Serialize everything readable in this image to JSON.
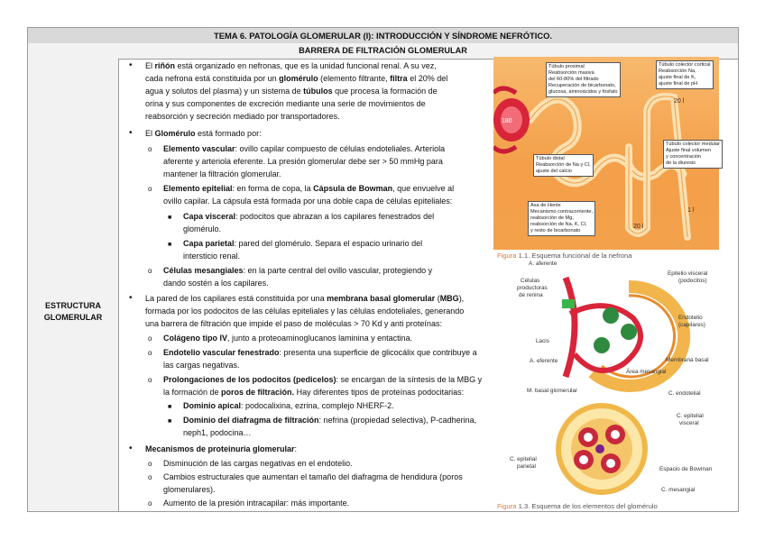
{
  "header": {
    "title": "TEMA 6. PATOLOGÍA GLOMERULAR (I): INTRODUCCIÓN Y SÍNDROME NEFRÓTICO.",
    "subtitle": "BARRERA DE FILTRACIÓN GLOMERULAR"
  },
  "section_label": [
    "ESTRUCTURA",
    "GLOMERULAR"
  ],
  "bullets": {
    "b1_l1": [
      "El ",
      "riñón",
      " está organizado en nefronas, que es la unidad funcional renal. A su vez,"
    ],
    "b1_l2": [
      "cada nefrona está constituida por un ",
      "glomérulo",
      " (elemento filtrante, ",
      "filtra",
      " el 20% del"
    ],
    "b1_l3": "agua y solutos del plasma) y un sistema de ",
    "b1_l3b": "túbulos",
    "b1_l3c": " que procesa la formación de",
    "b1_l4": "orina y sus componentes de excreción mediante una serie de movimientos de",
    "b1_l5": "reabsorción y secreción mediado por transportadores.",
    "b2_a": "El ",
    "b2_b": "Glomérulo",
    "b2_c": " está formado por:",
    "s1_a": "Elemento vascular",
    "s1_b": ": ovillo capilar compuesto de células endoteliales. Arteriola",
    "s1_l2": "aferente y arteriola eferente. La presión glomerular debe ser > 50 mmHg para",
    "s1_l3": "mantener la filtración glomerular.",
    "s2_a": "Elemento epitelial",
    "s2_b": ": en forma de copa, la ",
    "s2_c": "Cápsula de Bowman",
    "s2_d": ", que envuelve al",
    "s2_l2": "ovillo capilar. La cápsula está formada por una doble capa de células epiteliales:",
    "t1_a": "Capa visceral",
    "t1_b": ": podocitos que abrazan a los capilares fenestrados del",
    "t1_l2": "glomérulo.",
    "t2_a": "Capa parietal",
    "t2_b": ": pared del glomérulo. Separa el espacio urinario del",
    "t2_l2": "intersticio renal.",
    "s3_a": "Células mesangiales",
    "s3_b": ": en la parte central del ovillo vascular, protegiendo y",
    "s3_l2": "dando sostén a los capilares.",
    "b3_a": "La pared de los capilares está constituida por una ",
    "b3_b": "membrana basal glomerular",
    "b3_c": " (",
    "b3_d": "MBG",
    "b3_e": "),",
    "b3_l2": "formada por los podocitos de las células epiteliales y las células endoteliales, generando",
    "b3_l3": "una barrera de filtración que impide el paso de moléculas > 70 Kd y anti proteínas:",
    "c1_a": "Colágeno tipo IV",
    "c1_b": ", junto a proteoaminoglucanos laminina y entactina.",
    "c2_a": "Endotelio vascular fenestrado",
    "c2_b": ": presenta una superficie de glicocálix que contribuye a",
    "c2_l2": "las cargas negativas.",
    "c3_a": "Prolongaciones de los podocitos (pedicelos)",
    "c3_b": ": se encargan de la síntesis de la MBG y",
    "c3_l2a": "la formación de ",
    "c3_l2b": "poros de filtración.",
    "c3_l2c": " Hay diferentes tipos de proteínas podocitarias:",
    "d1_a": "Dominio apical",
    "d1_b": ": podocalixina, ezrina, complejo NHERF-2.",
    "d2_a": "Dominio del diafragma de filtración",
    "d2_b": ": nefrina (propiedad selectiva), P-cadherina,",
    "d2_l2": "neph1, podocina…",
    "b4": "Mecanismos de proteinuria glomerular",
    "b4_tail": ":",
    "m1": "Disminución de las cargas negativas en el endotelio.",
    "m2": "Cambios estructurales que aumentan el tamaño del diafragma de hendidura (poros",
    "m2_l2": "glomerulares).",
    "m3": "Aumento de la presión intracapilar: más importante."
  },
  "figure1": {
    "caption_prefix": "Figura",
    "caption": " 1.1. Esquema funcional de la nefrona",
    "boxes": [
      [
        "Túbulo proximal",
        "Reabsorción masiva",
        "del 60-80% del filtrado",
        "Recuperación de bicarbonato,",
        "glucosa, aminoácidos y fosfato"
      ],
      [
        "Túbulo colector cortical",
        "Reabsorción Na,",
        "ajuste final de K,",
        "ajuste final de pH"
      ],
      [
        "Túbulo colector medular",
        "Ajuste final volumen",
        "y concentración",
        "de la diuresis"
      ],
      [
        "Túbulo distal",
        "Reabsorción de Na y Cl,",
        "ajuste del calcio"
      ],
      [
        "Asa de Henle",
        "Mecanismo contracorriente,",
        "reabsorción de Mg,",
        "reabsorción de Na, K, Cl,",
        "y resto de bicarbonato"
      ]
    ],
    "numbers": [
      "180",
      "20 l",
      "20 l",
      "1 l"
    ]
  },
  "figure2": {
    "labels": [
      "A. aferente",
      "Células",
      "productoras",
      "de renina",
      "Lacis",
      "A. eferente",
      "Epitelio visceral",
      "(podocitos)",
      "Endotelio",
      "(capilares)",
      "Membrana basal",
      "Área mesangial"
    ]
  },
  "figure3": {
    "caption_prefix": "Figura",
    "caption": " 1.3. Esquema de los elementos del glomérulo",
    "labels": [
      "M. basal glomerular",
      "C. endotelial",
      "C. epitelial",
      "visceral",
      "C. epitelial",
      "parietal",
      "Espacio de Bowman",
      "C. mesangial"
    ]
  },
  "colors": {
    "header_bg": "#d9d9d9",
    "subheader_bg": "#f2f2f2",
    "figure_bg": "#f4a04a",
    "caption_accent": "#e07a3c"
  }
}
